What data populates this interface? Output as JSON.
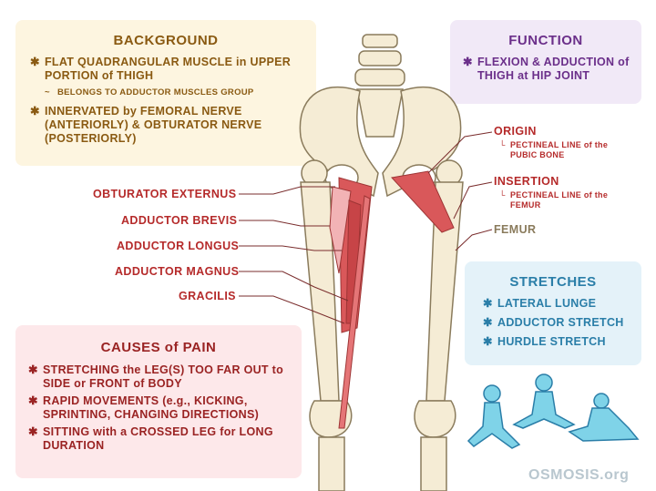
{
  "background": {
    "title": "BACKGROUND",
    "items": [
      "FLAT QUADRANGULAR MUSCLE in UPPER PORTION of THIGH",
      "INNERVATED by FEMORAL NERVE (ANTERIORLY) & OBTURATOR NERVE (POSTERIORLY)"
    ],
    "sub_item": "BELONGS TO ADDUCTOR MUSCLES GROUP"
  },
  "function": {
    "title": "FUNCTION",
    "item": "FLEXION & ADDUCTION of THIGH at HIP JOINT"
  },
  "causes": {
    "title": "CAUSES of PAIN",
    "items": [
      "STRETCHING the LEG(S) TOO FAR OUT to SIDE or FRONT of BODY",
      "RAPID MOVEMENTS (e.g., KICKING, SPRINTING, CHANGING DIRECTIONS)",
      "SITTING with a CROSSED LEG for LONG DURATION"
    ]
  },
  "stretches": {
    "title": "STRETCHES",
    "items": [
      "LATERAL LUNGE",
      "ADDUCTOR STRETCH",
      "HURDLE STRETCH"
    ]
  },
  "muscle_labels": [
    "OBTURATOR EXTERNUS",
    "ADDUCTOR BREVIS",
    "ADDUCTOR LONGUS",
    "ADDUCTOR MAGNUS",
    "GRACILIS"
  ],
  "origin": {
    "label": "ORIGIN",
    "detail": "PECTINEAL LINE of the PUBIC BONE"
  },
  "insertion": {
    "label": "INSERTION",
    "detail": "PECTINEAL LINE of the FEMUR"
  },
  "femur_label": "FEMUR",
  "brand": "OSMOSIS.org",
  "colors": {
    "background_box": "#fdf5e0",
    "function_box": "#f1e9f7",
    "causes_box": "#fde8ea",
    "stretches_box": "#e4f2f9",
    "accent_red": "#b52a2a",
    "function_purple": "#6b2f8a",
    "stretch_blue": "#2a7ea8",
    "bone": "#f5ecd5",
    "muscle": "#d9585a"
  }
}
